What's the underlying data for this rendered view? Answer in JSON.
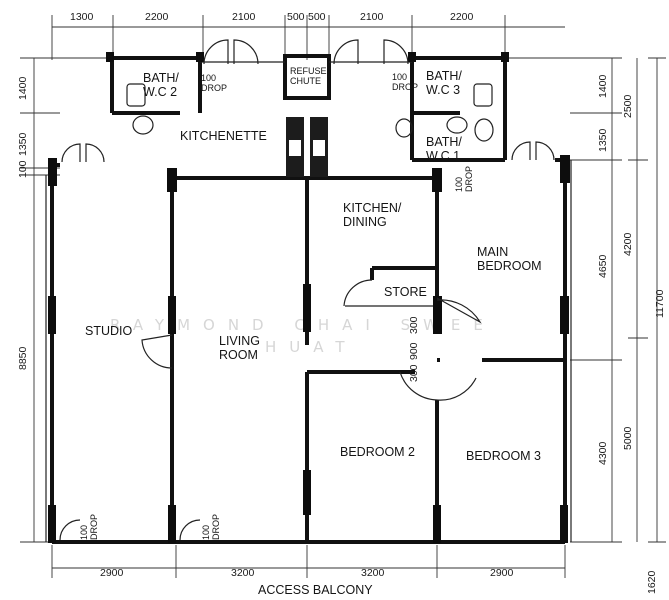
{
  "rooms": {
    "bath_wc_2": "BATH/\nW.C 2",
    "bath_wc_3": "BATH/\nW.C 3",
    "bath_wc_1": "BATH/\nW.C 1",
    "refuse_chute": "REFUSE\nCHUTE",
    "kitchenette": "KITCHENETTE",
    "kitchen_dining": "KITCHEN/\nDINING",
    "main_bedroom": "MAIN\nBEDROOM",
    "store": "STORE",
    "studio": "STUDIO",
    "living_room": "LIVING\nROOM",
    "bedroom_2": "BEDROOM 2",
    "bedroom_3": "BEDROOM 3"
  },
  "drops": {
    "left_bath": "100\nDROP",
    "right_bath": "100\nDROP",
    "wc1_side": "100\nDROP",
    "bottom_left": "100\nDROP",
    "bottom_mid": "100\nDROP"
  },
  "dimensions": {
    "top": [
      "1300",
      "2200",
      "2100",
      "500",
      "500",
      "2100",
      "2200"
    ],
    "bottom": [
      "2900",
      "3200",
      "3200",
      "2900"
    ],
    "left": [
      "1400",
      "1350",
      "100",
      "8850"
    ],
    "right_inner": [
      "1400",
      "1350",
      "4650",
      "4300"
    ],
    "right_mid": [
      "2500",
      "4200",
      "5000"
    ],
    "right_outer": [
      "11700"
    ],
    "store_door": [
      "300",
      "900",
      "300"
    ]
  },
  "footer": {
    "access_balcony": "ACCESS BALCONY",
    "code": "1620"
  },
  "watermark": {
    "line1": "RAYMOND CHAI SWEE",
    "line2": "HUAT"
  }
}
